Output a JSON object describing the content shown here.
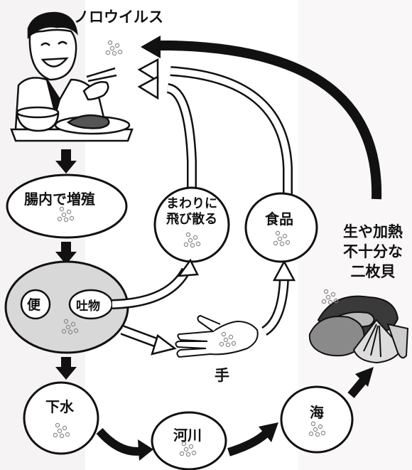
{
  "title": "ノロウイルス",
  "nodes": {
    "intestine": "腸内で増殖",
    "scatter_line1": "まわりに",
    "scatter_line2": "飛び散る",
    "food": "食品",
    "feces": "便",
    "vomit": "吐物",
    "hand": "手",
    "sewage": "下水",
    "river": "河川",
    "sea": "海",
    "shellfish_line1": "生や加熱",
    "shellfish_line2": "不十分な",
    "shellfish_line3": "二枚貝"
  },
  "colors": {
    "ink": "#111111",
    "oval_fill": "#ffffff",
    "gray_fill": "#d8d8d8",
    "virus_dot": "#9a9a9a"
  },
  "icons": [
    "man-eating-figure",
    "hand-icon",
    "oyster-shell-icon",
    "virus-dots"
  ]
}
